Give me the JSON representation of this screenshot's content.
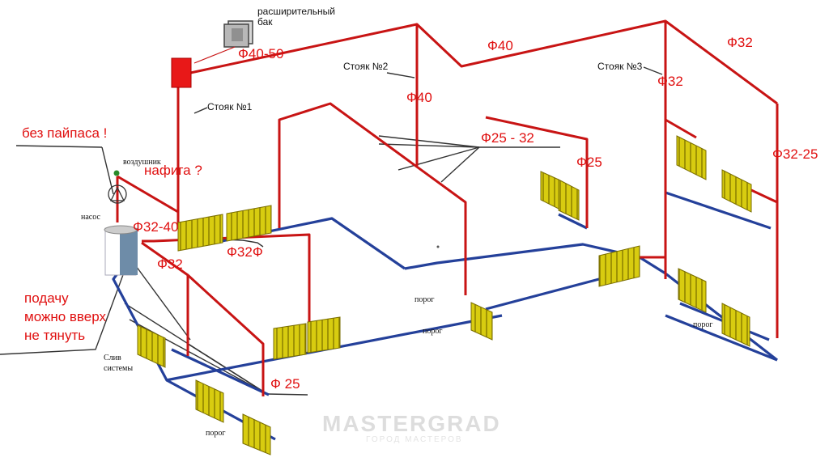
{
  "colors": {
    "supply_pipe": "#c81414",
    "return_pipe": "#24409a",
    "radiator": "#d8cc10",
    "tank": "#e81818",
    "leader": "#333333"
  },
  "labels": {
    "expansion_tank": [
      "расширительный",
      "бак"
    ],
    "riser1": "Стояк №1",
    "riser2": "Стояк №2",
    "riser3": "Стояк №3",
    "no_bypass": "без пайпаса !",
    "what_for": "нафига ?",
    "air_vent": "воздушник",
    "pump": "насос",
    "supply_note": [
      "подачу",
      "можно вверх",
      "не тянуть"
    ],
    "drain": [
      "Слив",
      "системы"
    ],
    "threshold": "порог"
  },
  "pipe_sizes": {
    "d40_50": "Ф40-50",
    "d40_top": "Ф40",
    "d32_top": "Ф32",
    "d40_riser": "Ф40",
    "d32_riser": "Ф32",
    "d25_32": "Ф25 - 32",
    "d25": "Ф25",
    "d32_25": "Ф32-25",
    "d32_40": "Ф32-40",
    "d32f": "Ф32Ф",
    "d32_left": "Ф32",
    "d25_bottom": "Ф 25"
  },
  "watermark": {
    "main": "MASTERGRAD",
    "sub": "ГОРОД МАСТЕРОВ"
  }
}
